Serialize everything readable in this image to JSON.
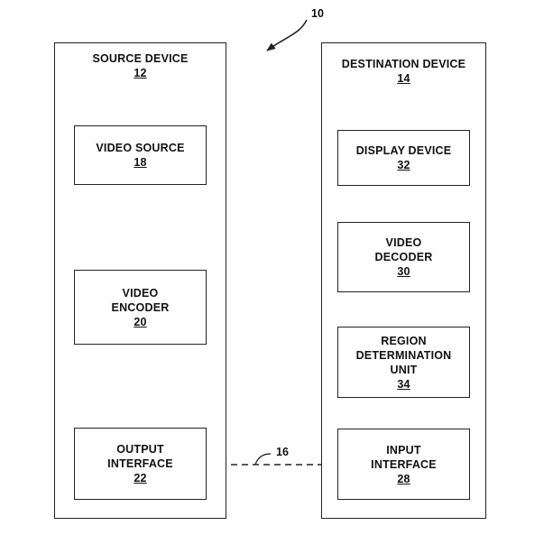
{
  "figure_ref": "10",
  "link_ref": "16",
  "source_device": {
    "title": "SOURCE DEVICE",
    "ref": "12",
    "blocks": {
      "video_source": {
        "lines": [
          "VIDEO SOURCE"
        ],
        "ref": "18"
      },
      "video_encoder": {
        "lines": [
          "VIDEO",
          "ENCODER"
        ],
        "ref": "20"
      },
      "output_interface": {
        "lines": [
          "OUTPUT",
          "INTERFACE"
        ],
        "ref": "22"
      }
    }
  },
  "destination_device": {
    "title": "DESTINATION DEVICE",
    "ref": "14",
    "blocks": {
      "display_device": {
        "lines": [
          "DISPLAY DEVICE"
        ],
        "ref": "32"
      },
      "video_decoder": {
        "lines": [
          "VIDEO",
          "DECODER"
        ],
        "ref": "30"
      },
      "region_determination_unit": {
        "lines": [
          "REGION",
          "DETERMINATION",
          "UNIT"
        ],
        "ref": "34"
      },
      "input_interface": {
        "lines": [
          "INPUT",
          "INTERFACE"
        ],
        "ref": "28"
      }
    }
  }
}
